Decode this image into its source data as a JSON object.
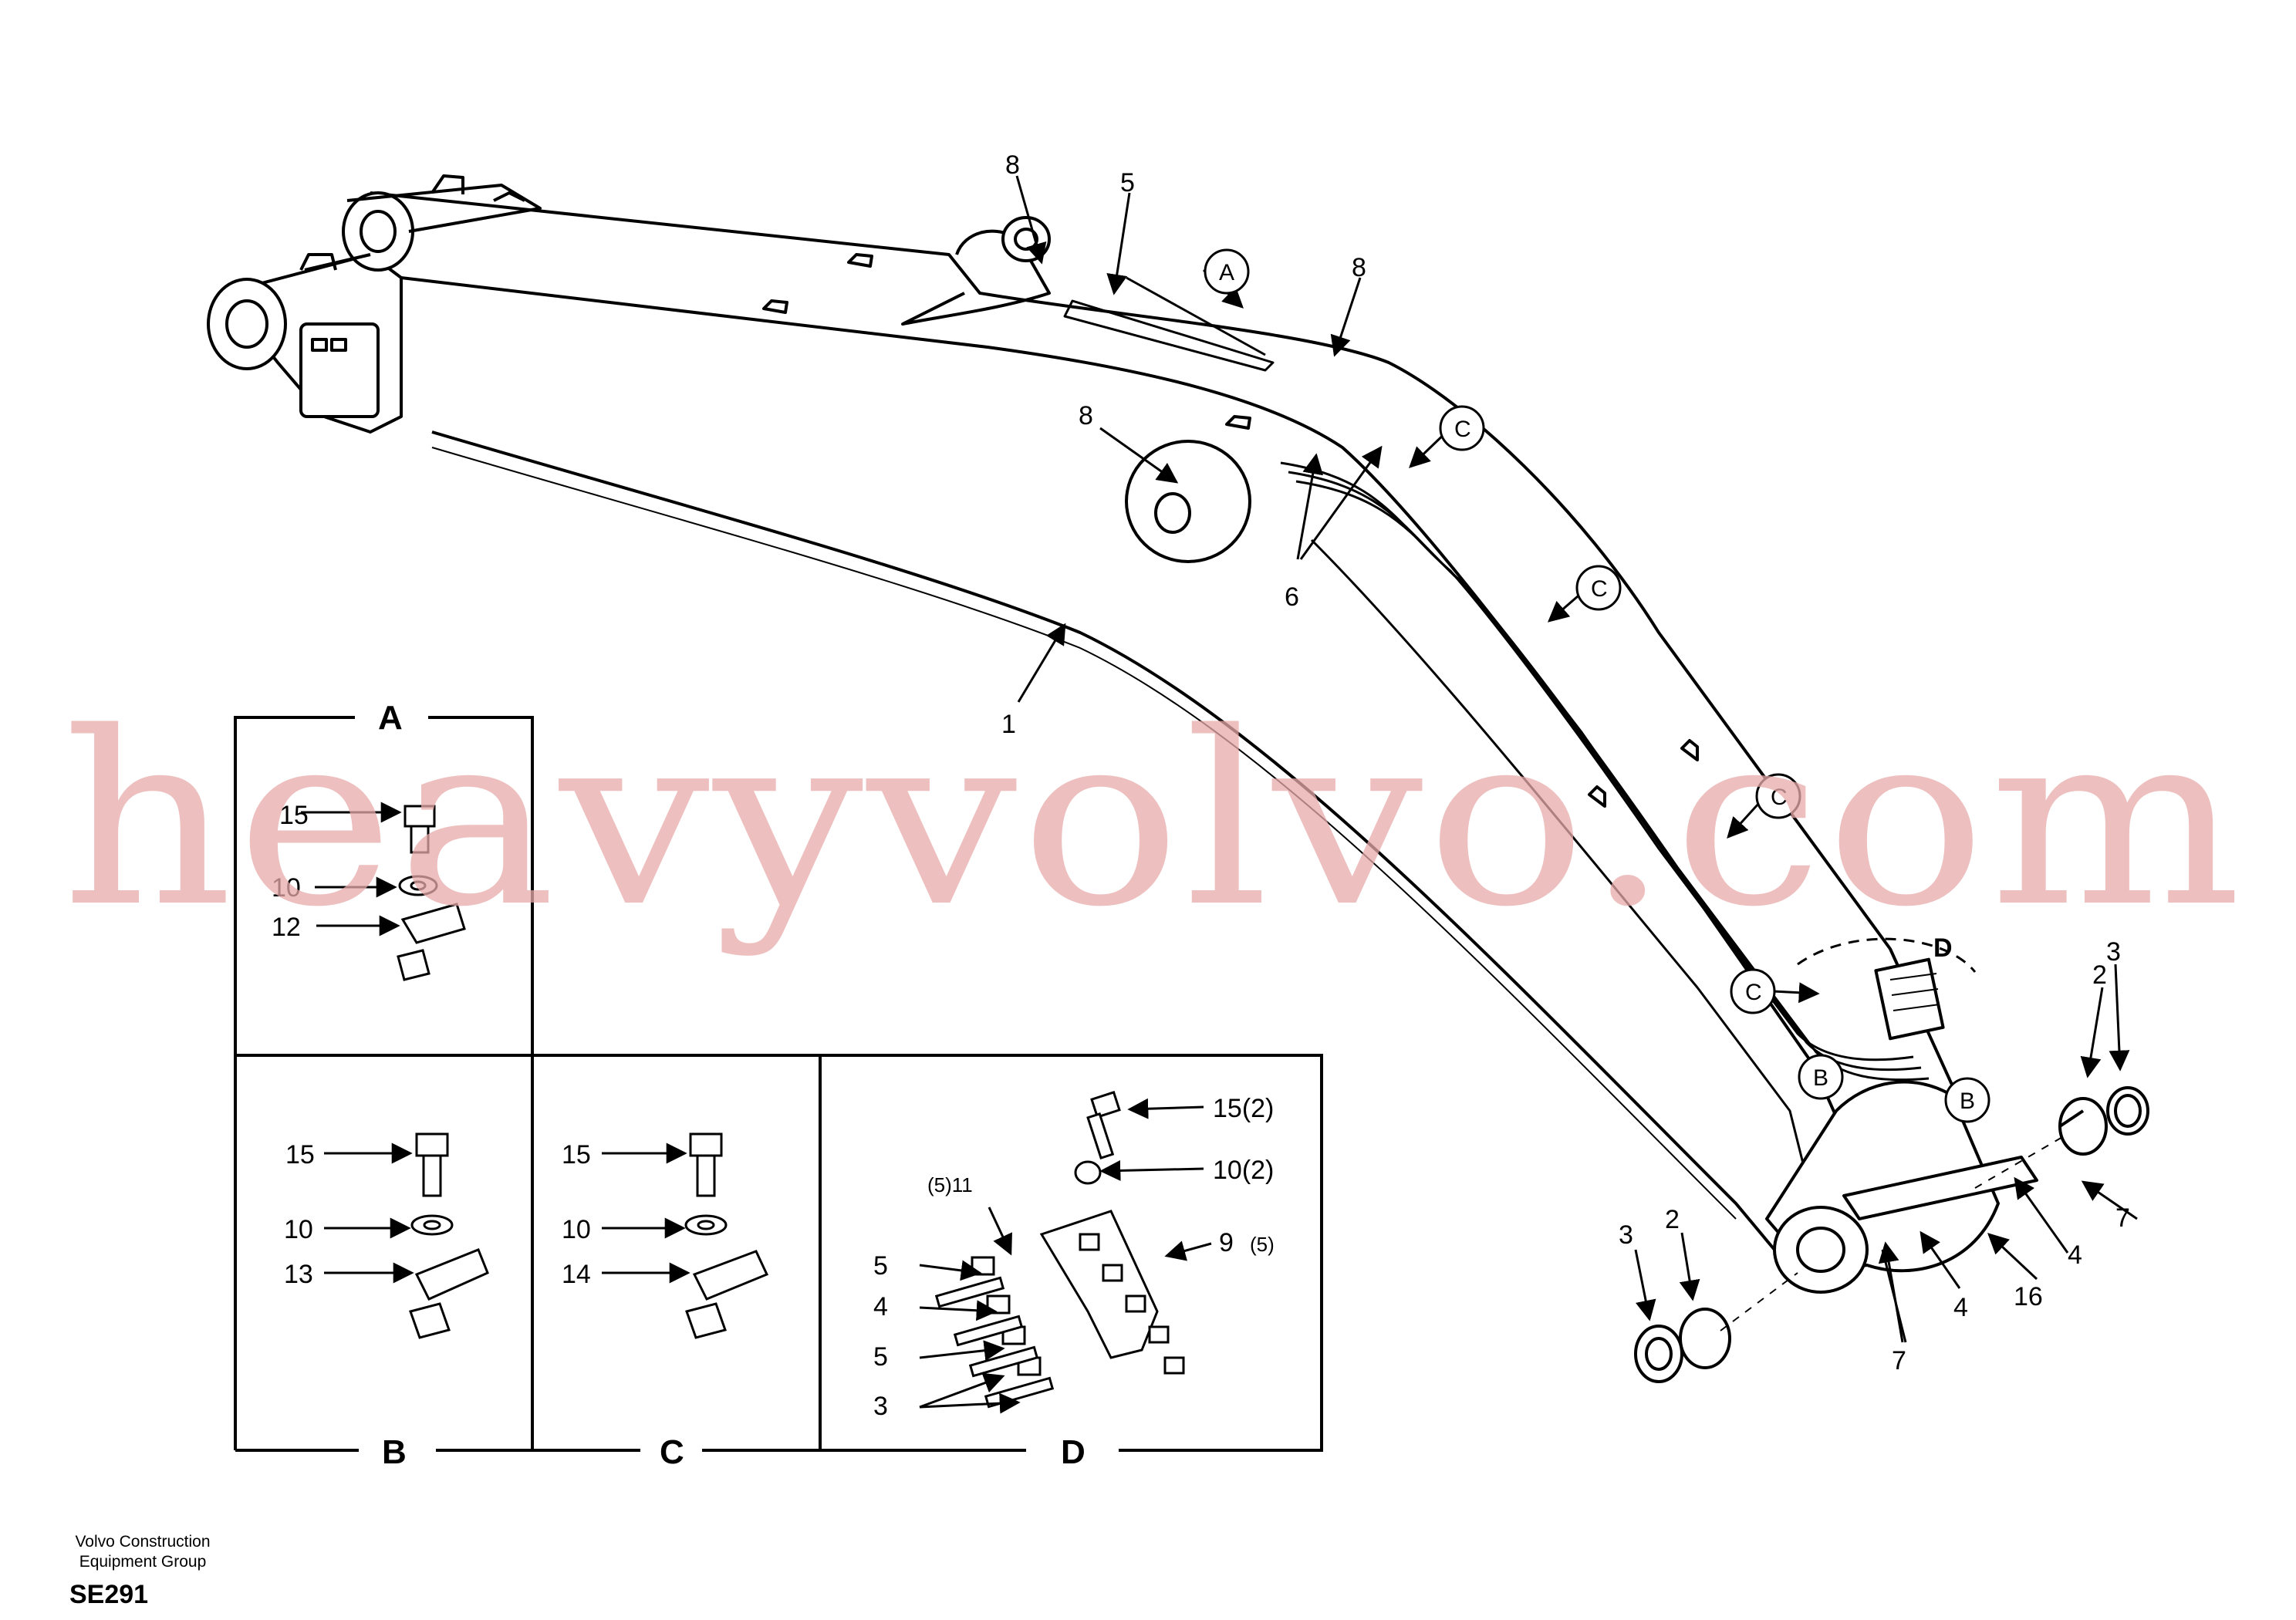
{
  "labels": {
    "l1": "1",
    "l2a": "2",
    "l2b": "2",
    "l3a": "3",
    "l3b": "3",
    "l4a": "4",
    "l4b": "4",
    "l5": "5",
    "l6": "6",
    "l7a": "7",
    "l7b": "7",
    "l8a": "8",
    "l8b": "8",
    "l8c": "8",
    "l16": "16"
  },
  "callouts": {
    "A": "A",
    "C1": "C",
    "C2": "C",
    "C3": "C",
    "C4": "C",
    "D": "D",
    "B1": "B",
    "B2": "B"
  },
  "frames": {
    "A": {
      "title": "A",
      "items": [
        "15",
        "10",
        "12"
      ]
    },
    "B": {
      "title": "B",
      "items": [
        "15",
        "10",
        "13"
      ]
    },
    "C": {
      "title": "C",
      "items": [
        "15",
        "10",
        "14"
      ]
    },
    "D": {
      "title": "D",
      "items": [
        "(5)11",
        "15(2)",
        "10(2)",
        "9",
        "(5)",
        "5",
        "4",
        "5",
        "3"
      ]
    }
  },
  "watermark": "heavyvolvo.com",
  "footer": {
    "company_line1": "Volvo Construction",
    "company_line2": "Equipment Group",
    "code": "SE291"
  }
}
